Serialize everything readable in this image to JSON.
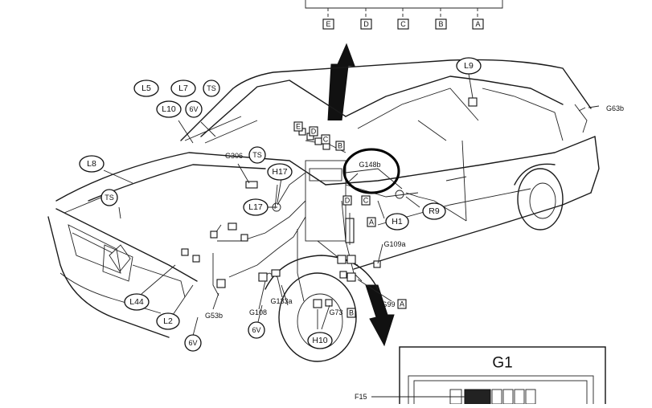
{
  "top_connector_letters": [
    "E",
    "D",
    "C",
    "B",
    "A"
  ],
  "oval_labels": [
    "L5",
    "L7",
    "TS",
    "L10",
    "6V",
    "L8",
    "TS",
    "L9",
    "TS",
    "H17",
    "L17",
    "H1",
    "R9",
    "L44",
    "L2",
    "6V",
    "6V",
    "H10"
  ],
  "part_labels": [
    "G306",
    "G148b",
    "G109a",
    "G133a",
    "G108",
    "G53b",
    "G73",
    "G99",
    "G63b"
  ],
  "square_letters": [
    "E",
    "D",
    "C",
    "B",
    "D",
    "C",
    "A",
    "B",
    "A"
  ],
  "inset": {
    "title": "G1",
    "pin_label": "F15"
  }
}
